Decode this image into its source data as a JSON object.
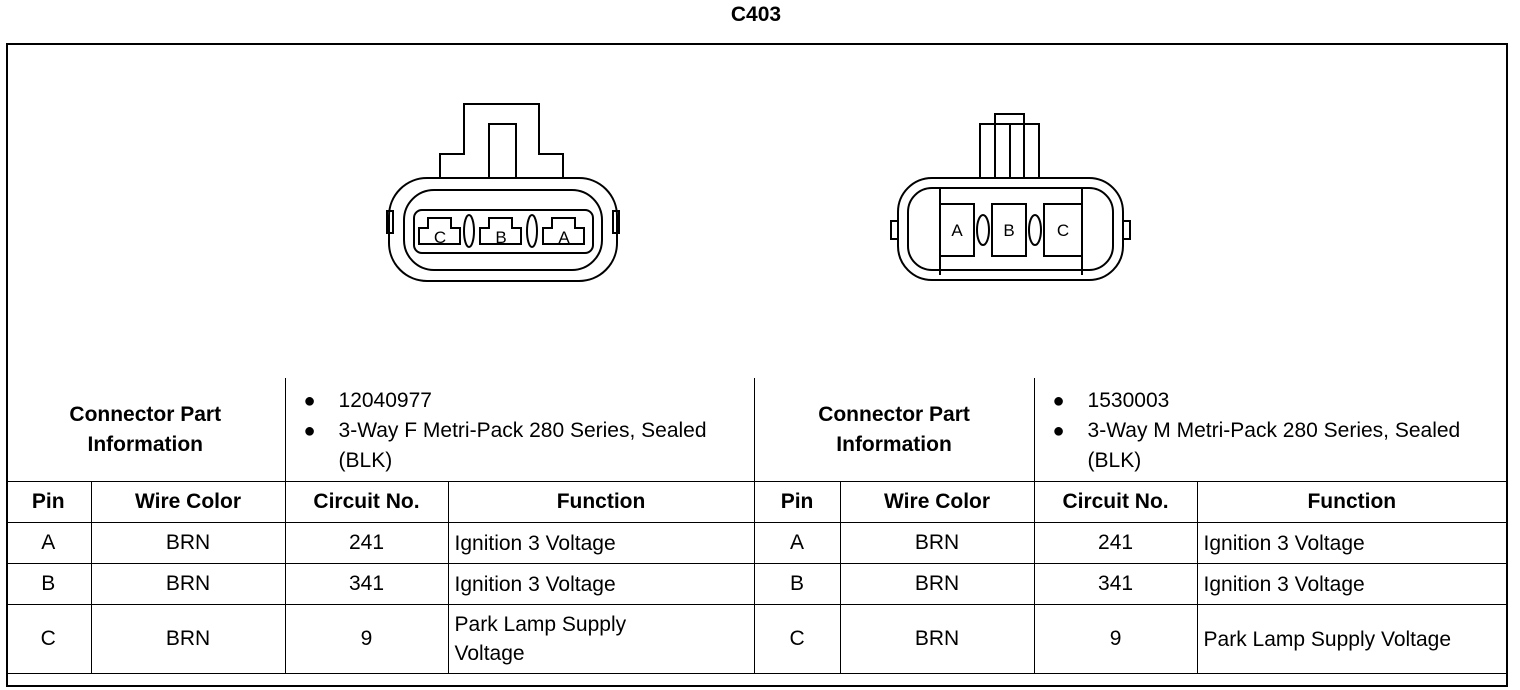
{
  "title": "C403",
  "left_connector": {
    "label": "Connector Part Information",
    "part_number": "12040977",
    "description": "3-Way F Metri-Pack 280 Series, Sealed (BLK)",
    "cavities": [
      "C",
      "B",
      "A"
    ]
  },
  "right_connector": {
    "label": "Connector Part Information",
    "part_number": "1530003",
    "description": "3-Way M Metri-Pack 280 Series, Sealed (BLK)",
    "cavities": [
      "A",
      "B",
      "C"
    ]
  },
  "headers": {
    "pin": "Pin",
    "wire_color": "Wire Color",
    "circuit_no": "Circuit No.",
    "function": "Function"
  },
  "left_rows": [
    {
      "pin": "A",
      "wire_color": "BRN",
      "circuit": "241",
      "function": "Ignition 3 Voltage"
    },
    {
      "pin": "B",
      "wire_color": "BRN",
      "circuit": "341",
      "function": "Ignition 3 Voltage"
    },
    {
      "pin": "C",
      "wire_color": "BRN",
      "circuit": "9",
      "function": "Park Lamp Supply Voltage"
    }
  ],
  "right_rows": [
    {
      "pin": "A",
      "wire_color": "BRN",
      "circuit": "241",
      "function": "Ignition 3 Voltage"
    },
    {
      "pin": "B",
      "wire_color": "BRN",
      "circuit": "341",
      "function": "Ignition 3 Voltage"
    },
    {
      "pin": "C",
      "wire_color": "BRN",
      "circuit": "9",
      "function": "Park Lamp Supply Voltage"
    }
  ]
}
